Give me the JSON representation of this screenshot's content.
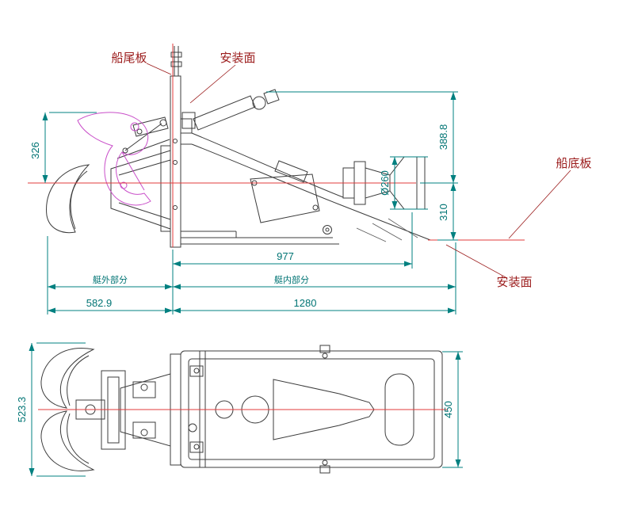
{
  "drawing_type": "CAD engineering drawing - marine water jet propulsion unit, side view and plan view",
  "labels": {
    "transom_plate": "船尾板",
    "mounting_surface_top": "安装面",
    "hull_bottom_plate": "船底板",
    "mounting_surface_bottom": "安装面",
    "outboard_section": "艇外部分",
    "inboard_section": "艇内部分"
  },
  "dimensions": {
    "side": {
      "nozzle_height": "326",
      "transom_height": "388.8",
      "coupling_diameter": "Ø260",
      "axis_to_hull": "310",
      "inboard_length": "977",
      "outboard_length": "582.9",
      "overall_length": "1280"
    },
    "plan": {
      "overall_width": "523.3",
      "housing_width": "450"
    }
  },
  "colors": {
    "geometry": "#3c3c3c",
    "dimension": "#008080",
    "reference_line": "#e23b3b",
    "label": "#9b1b1b",
    "highlight_mechanism": "#c94fc9",
    "background": "#ffffff"
  }
}
